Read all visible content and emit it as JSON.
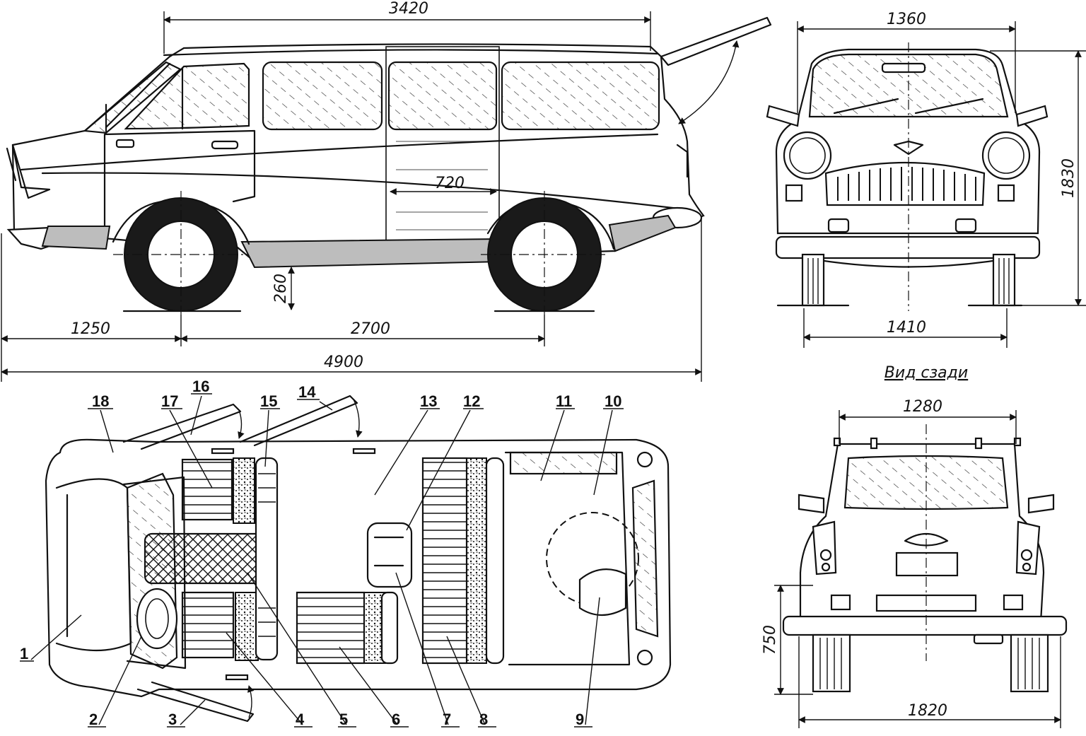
{
  "caption_rear_view": "Вид сзади",
  "dimensions": {
    "side_body_length": "3420",
    "side_door_width": "720",
    "side_ground_clearance": "260",
    "side_front_overhang": "1250",
    "side_wheelbase": "2700",
    "side_overall_length": "4900",
    "front_width_top": "1360",
    "front_height": "1830",
    "front_track": "1410",
    "rear_width_top": "1280",
    "rear_bumper_height": "750",
    "rear_overall_width": "1820"
  },
  "callouts": [
    "1",
    "2",
    "3",
    "4",
    "5",
    "6",
    "7",
    "8",
    "9",
    "10",
    "11",
    "12",
    "13",
    "14",
    "15",
    "16",
    "17",
    "18"
  ]
}
